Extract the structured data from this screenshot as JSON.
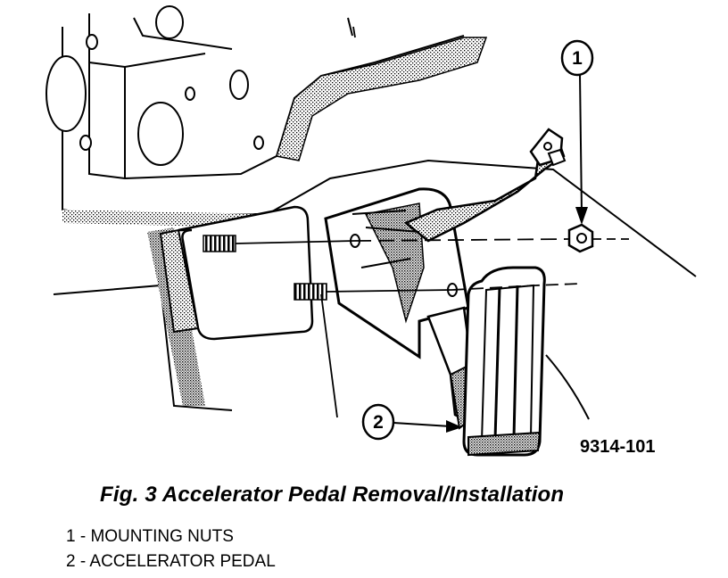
{
  "figure": {
    "id_label": "9314-101",
    "callouts": [
      {
        "number": "1"
      },
      {
        "number": "2"
      }
    ]
  },
  "caption": "Fig. 3 Accelerator Pedal Removal/Installation",
  "legend": [
    {
      "text": "1 - MOUNTING NUTS"
    },
    {
      "text": "2 - ACCELERATOR PEDAL"
    }
  ]
}
